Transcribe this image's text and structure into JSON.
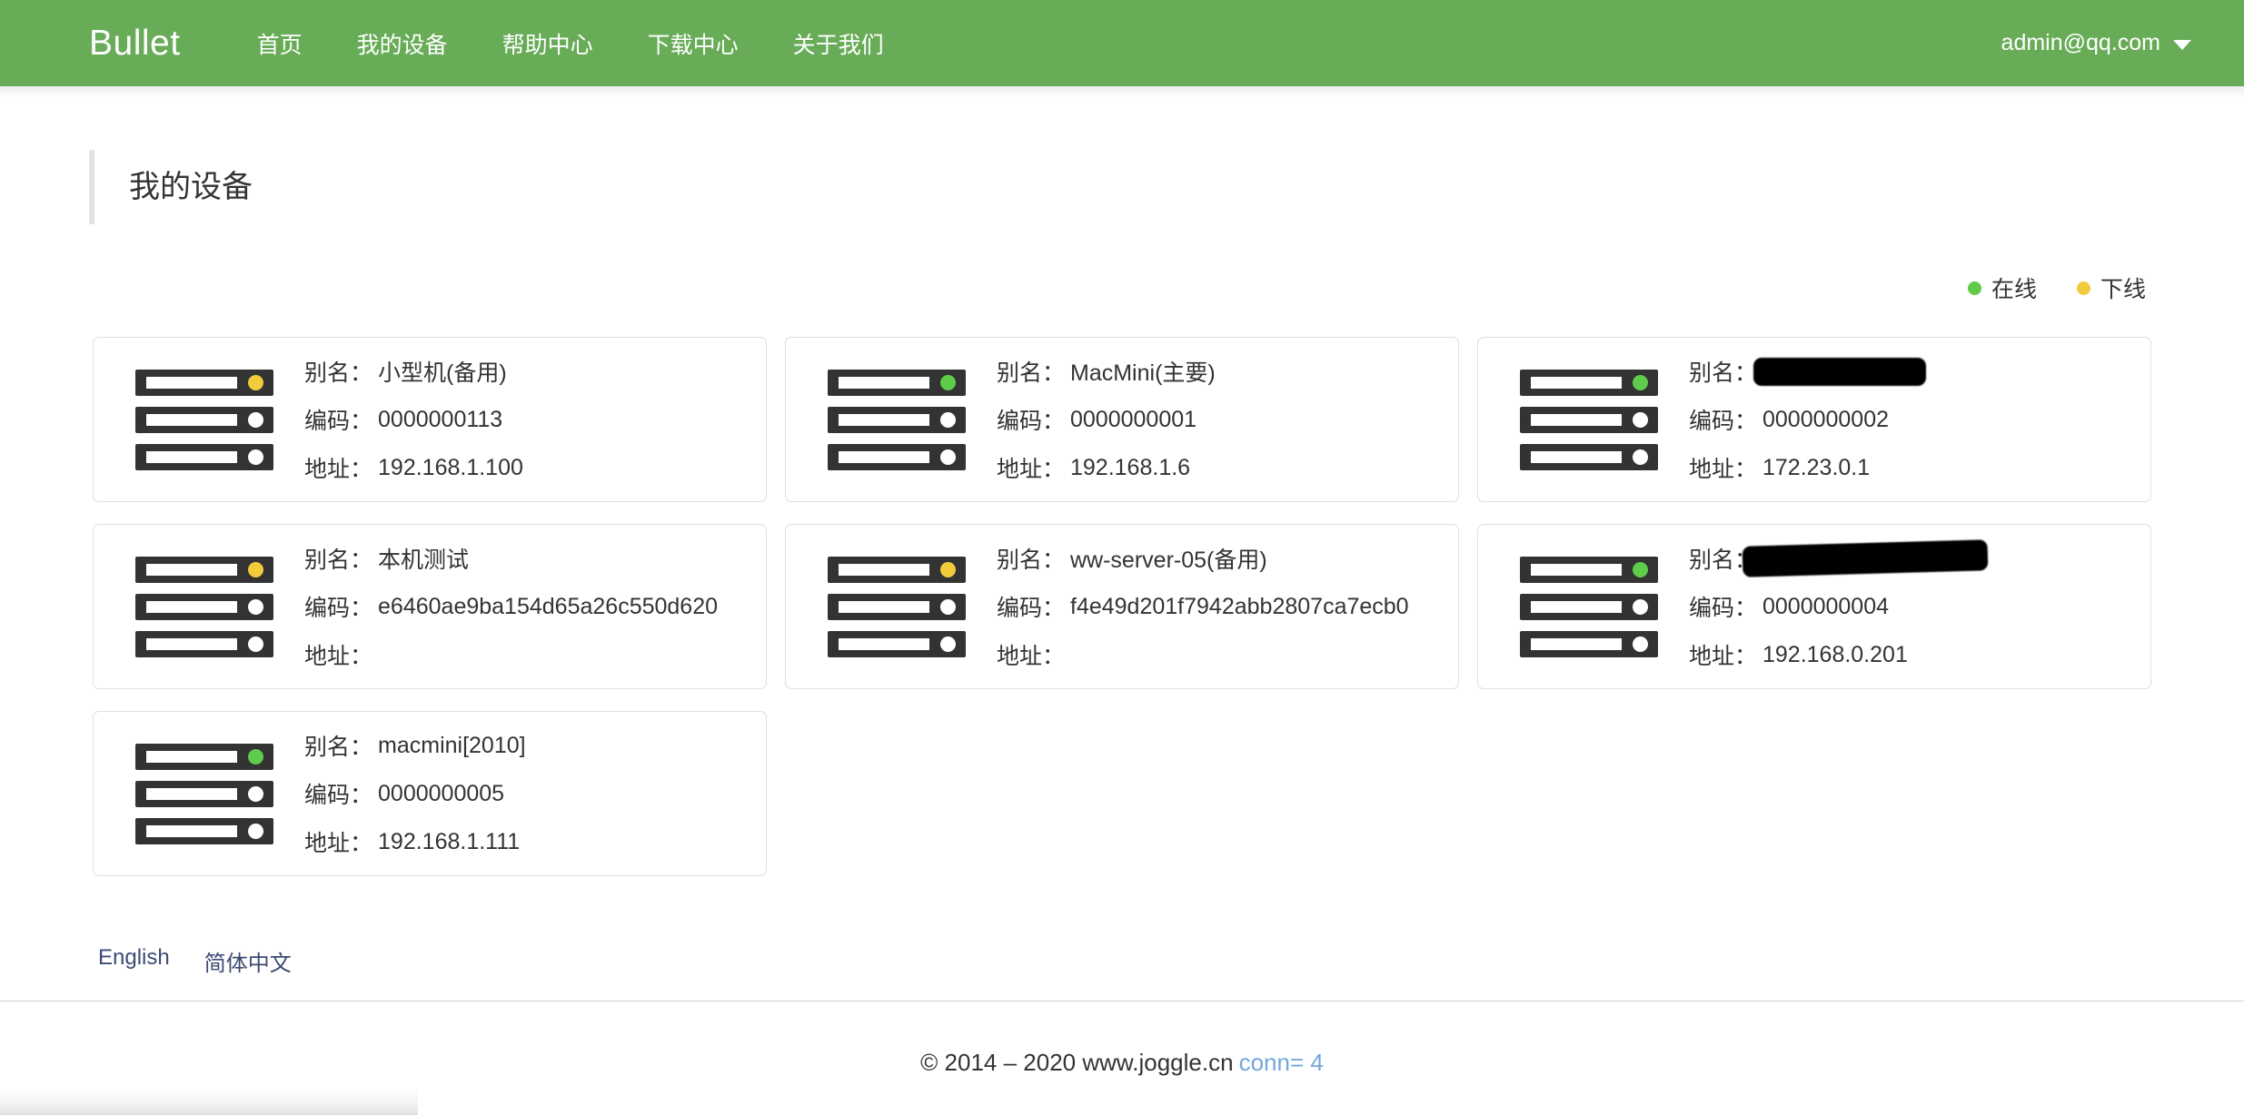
{
  "navbar": {
    "brand": "Bullet",
    "links": [
      {
        "label": "首页",
        "name": "nav-link-home"
      },
      {
        "label": "我的设备",
        "name": "nav-link-my-devices"
      },
      {
        "label": "帮助中心",
        "name": "nav-link-help-center"
      },
      {
        "label": "下载中心",
        "name": "nav-link-download-center"
      },
      {
        "label": "关于我们",
        "name": "nav-link-about-us"
      }
    ],
    "account": "admin@qq.com",
    "background_color": "#68ac58"
  },
  "page": {
    "title": "我的设备"
  },
  "legend": {
    "online": {
      "label": "在线",
      "color": "#5ecb4b"
    },
    "offline": {
      "label": "下线",
      "color": "#f2cb3a"
    }
  },
  "card_labels": {
    "alias": "别名：",
    "code": "编码：",
    "address": "地址："
  },
  "devices": [
    {
      "alias": "小型机(备用)",
      "alias_redacted": false,
      "code": "0000000113",
      "address": "192.168.1.100",
      "status": "offline",
      "status_color": "#f2cb3a"
    },
    {
      "alias": "MacMini(主要)",
      "alias_redacted": false,
      "code": "0000000001",
      "address": "192.168.1.6",
      "status": "online",
      "status_color": "#5ecb4b"
    },
    {
      "alias": "",
      "alias_redacted": true,
      "redact_style": "a",
      "code": "0000000002",
      "address": "172.23.0.1",
      "status": "online",
      "status_color": "#5ecb4b"
    },
    {
      "alias": "本机测试",
      "alias_redacted": false,
      "code": "e6460ae9ba154d65a26c550d620",
      "address": "",
      "status": "offline",
      "status_color": "#f2cb3a"
    },
    {
      "alias": "ww-server-05(备用)",
      "alias_redacted": false,
      "code": "f4e49d201f7942abb2807ca7ecb0",
      "address": "",
      "status": "offline",
      "status_color": "#f2cb3a"
    },
    {
      "alias": "",
      "alias_redacted": true,
      "redact_style": "b",
      "code": "0000000004",
      "address": "192.168.0.201",
      "status": "online",
      "status_color": "#5ecb4b"
    },
    {
      "alias": "macmini[2010]",
      "alias_redacted": false,
      "code": "0000000005",
      "address": "192.168.1.111",
      "status": "online",
      "status_color": "#5ecb4b"
    }
  ],
  "footer": {
    "languages": [
      {
        "label": "English",
        "name": "language-link-english"
      },
      {
        "label": "简体中文",
        "name": "language-link-simplified-chinese"
      }
    ],
    "copyright": "© 2014 – 2020 www.joggle.cn",
    "conn": "conn= 4",
    "conn_color": "#72a6dd"
  }
}
